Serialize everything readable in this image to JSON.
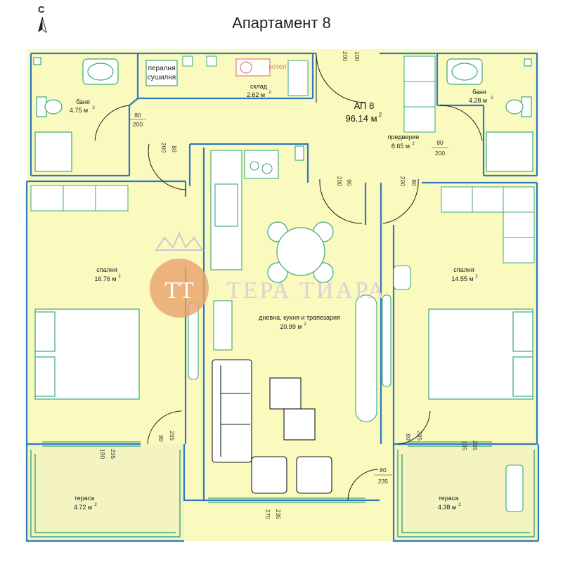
{
  "title": "Апартамент 8",
  "north_label": "С",
  "apartment": {
    "code": "АП 8",
    "area": "96.14 м",
    "area_sup": "2"
  },
  "rooms": {
    "bath_left": {
      "name": "баня",
      "area": "4.75 м",
      "sup": "2"
    },
    "storage": {
      "name": "склад",
      "area": "2.62 м",
      "sup": "2"
    },
    "bath_right": {
      "name": "баня",
      "area": "4.28 м",
      "sup": "2"
    },
    "hall": {
      "name": "предверие",
      "area": "8.65 м",
      "sup": "2"
    },
    "bed_left": {
      "name": "спалня",
      "area": "16.76 м",
      "sup": "2"
    },
    "bed_right": {
      "name": "спалня",
      "area": "14.55 м",
      "sup": "2"
    },
    "living": {
      "name": "дневна, кухня и трапезария",
      "area": "20.99 м",
      "sup": "2"
    },
    "terrace_left": {
      "name": "тераса",
      "area": "4.72 м",
      "sup": "2"
    },
    "terrace_right": {
      "name": "тераса",
      "area": "4.38 м",
      "sup": "2"
    }
  },
  "fixtures": {
    "laundry_line1": "пералня",
    "laundry_line2": "сушилня",
    "boiler": "котел"
  },
  "doors": {
    "entry_w": "100",
    "entry_h": "200",
    "bath_left_w": "80",
    "bath_left_h": "200",
    "bed_left_w": "80",
    "bed_left_h": "200",
    "living_w": "90",
    "living_h": "200",
    "bed_right_w": "80",
    "bed_right_h": "200",
    "bath_right_w": "80",
    "bath_right_h": "200",
    "terr_left_win_w": "190",
    "terr_left_win_h": "235",
    "terr_left_door_w": "80",
    "terr_left_door_h": "235",
    "terr_living_w": "80",
    "terr_living_h": "235",
    "terr_living_win_w": "270",
    "terr_living_win_h": "235",
    "terr_right_door_w": "80",
    "terr_right_door_h": "235",
    "terr_right_win_w": "135",
    "terr_right_win_h": "235"
  },
  "watermark": "ТЕРА ТИАРА",
  "colors": {
    "floor": "#fafabe",
    "terrace": "#f3f3bb",
    "wall": "#2f77c2",
    "fixture": "#3aa87a",
    "wm": "#d9d2d6",
    "wm_logo": "#e8a26b"
  }
}
